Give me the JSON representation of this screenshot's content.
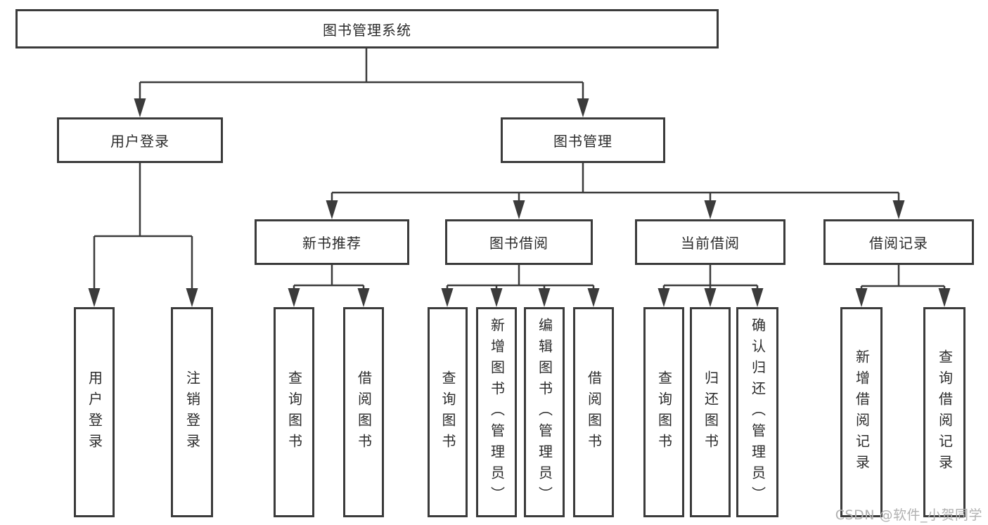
{
  "colors": {
    "line": "#3b3b3b",
    "text": "#2b2b2b",
    "box_background": "#ffffff",
    "watermark": "#b1b1b1"
  },
  "tree": {
    "label": "图书管理系统",
    "children": [
      {
        "label": "用户登录",
        "children": [
          {
            "label": "用户登录"
          },
          {
            "label": "注销登录"
          }
        ]
      },
      {
        "label": "图书管理",
        "children": [
          {
            "label": "新书推荐",
            "children": [
              {
                "label": "查询图书"
              },
              {
                "label": "借阅图书"
              }
            ]
          },
          {
            "label": "图书借阅",
            "children": [
              {
                "label": "查询图书"
              },
              {
                "label": "新增图书（管理员）"
              },
              {
                "label": "编辑图书（管理员）"
              },
              {
                "label": "借阅图书"
              }
            ]
          },
          {
            "label": "当前借阅",
            "children": [
              {
                "label": "查询图书"
              },
              {
                "label": "归还图书"
              },
              {
                "label": "确认归还（管理员）"
              }
            ]
          },
          {
            "label": "借阅记录",
            "children": [
              {
                "label": "新增借阅记录"
              },
              {
                "label": "查询借阅记录"
              }
            ]
          }
        ]
      }
    ]
  },
  "watermark": {
    "text": "CSDN @软件_小贺同学"
  }
}
